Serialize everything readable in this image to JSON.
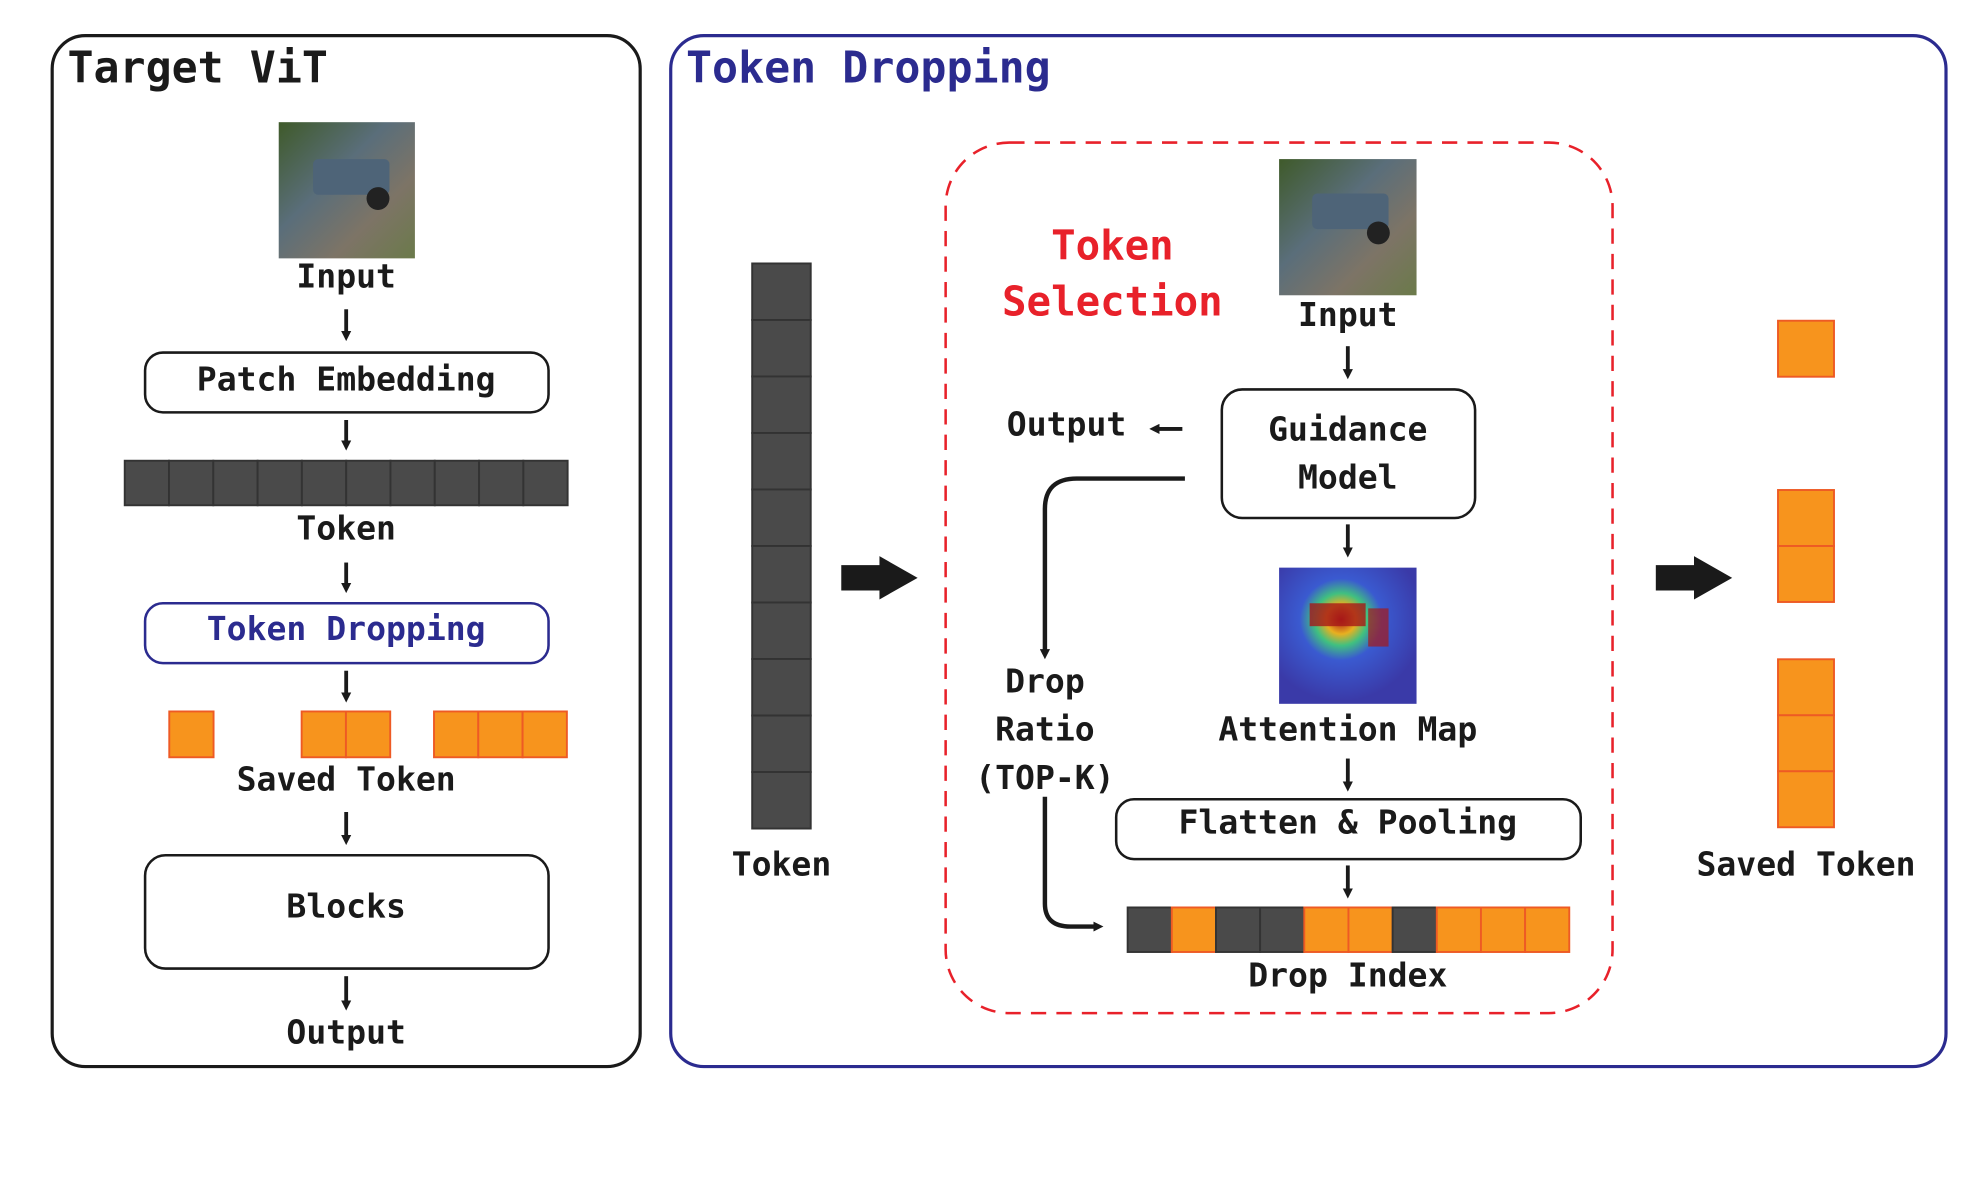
{
  "colors": {
    "token_gray": "#4a4a4a",
    "saved_orange": "#f7941d",
    "orange_border": "#ee5a24",
    "blue": "#2b2b8f",
    "red": "#e8212a",
    "black": "#1a1a1a"
  },
  "left_panel": {
    "title": "Target ViT",
    "input_label": "Input",
    "patch_embedding": "Patch Embedding",
    "token_label": "Token",
    "token_count": 10,
    "token_dropping": "Token Dropping",
    "saved_token_label": "Saved Token",
    "saved_groups": [
      1,
      2,
      3
    ],
    "blocks": "Blocks",
    "output_label": "Output"
  },
  "right_panel": {
    "title": "Token Dropping",
    "token_label": "Token",
    "token_count": 10,
    "selection": {
      "title_line1": "Token",
      "title_line2": "Selection",
      "input_label": "Input",
      "guidance_line1": "Guidance",
      "guidance_line2": "Model",
      "output_label": "Output",
      "drop_ratio_line1": "Drop",
      "drop_ratio_line2": "Ratio",
      "drop_ratio_line3": "(TOP-K)",
      "attention_map_label": "Attention Map",
      "flatten_pooling": "Flatten & Pooling",
      "drop_index_label": "Drop Index",
      "drop_index_pattern": [
        "drop",
        "keep",
        "drop",
        "drop",
        "keep",
        "keep",
        "drop",
        "keep",
        "keep",
        "keep"
      ]
    },
    "saved_token_label": "Saved Token",
    "saved_groups": [
      1,
      2,
      3
    ]
  }
}
